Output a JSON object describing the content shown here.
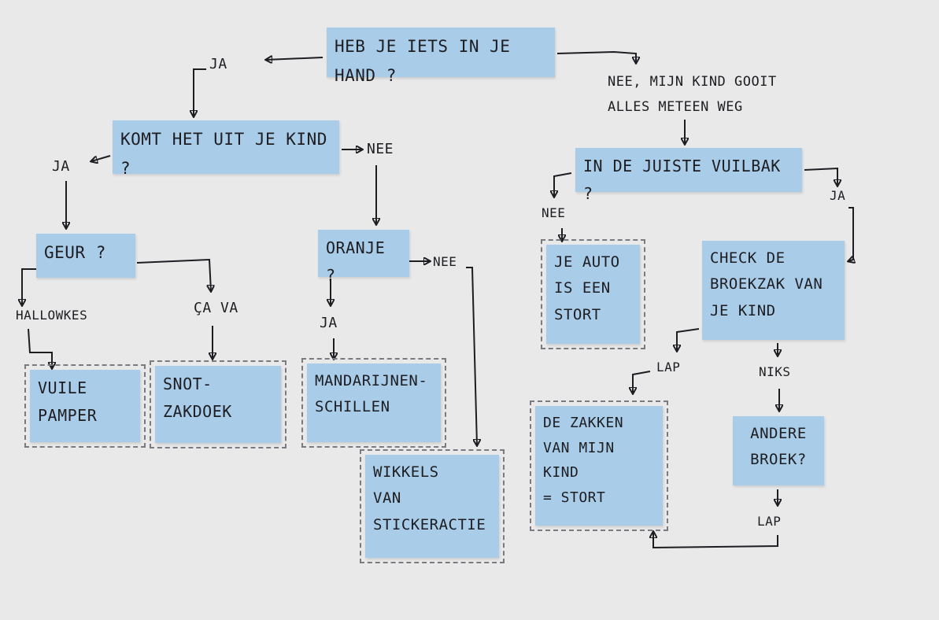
{
  "questions": {
    "q_hand": "HEB JE IETS IN JE HAND ?",
    "q_kind": "KOMT HET UIT JE KIND ?",
    "q_geur": "GEUR ?",
    "q_oranje": "ORANJE ?",
    "q_vuilbak": "IN DE JUISTE VUILBAK ?",
    "q_broekzak": "CHECK DE\nBROEKZAK VAN\nJE KIND",
    "q_andere": "ANDERE\nBROEK?"
  },
  "outcomes": {
    "vuile_pamper": "VUILE\nPAMPER",
    "snotzakdoek": "SNOT-\nZAKDOEK",
    "mandarijnen": "MANDARIJNEN-\nSCHILLEN",
    "wikkels": "WIKKELS\nVAN\nSTICKERACTIE",
    "auto_stort": "JE AUTO\nIS EEN\nSTORT",
    "zakken_stort": "DE ZAKKEN\nVAN MIJN KIND\n= STORT"
  },
  "labels": {
    "ja_1": "JA",
    "nee_kind": "NEE, MIJN KIND GOOIT\nALLES METEEN WEG",
    "ja_2": "JA",
    "nee_2": "NEE",
    "hallowkes": "HALLOWKES",
    "cava": "ÇA VA",
    "ja_3": "JA",
    "nee_3": "NEE",
    "nee_4": "NEE",
    "ja_4": "JA",
    "lap_1": "LAP",
    "niks": "NIKS",
    "lap_2": "LAP"
  }
}
